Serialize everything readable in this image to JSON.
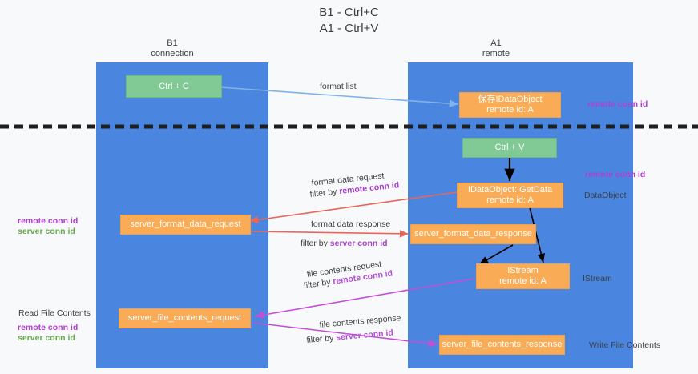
{
  "title": "B1 - Ctrl+C\nA1 - Ctrl+V",
  "colors": {
    "lane": "#4a86e0",
    "green_node": "#81c995",
    "orange_node": "#f9ab55",
    "remote_conn_id": "#b23fd0",
    "server_conn_id": "#6aa84f",
    "arrow_blue": "#7fb3e8",
    "arrow_red": "#e8665a",
    "arrow_purple": "#c44fd4",
    "arrow_black": "#000000",
    "background": "#f8f9fa"
  },
  "lanes": [
    {
      "name": "b1-connection",
      "title": "B1\nconnection"
    },
    {
      "name": "a1-remote",
      "title": "A1\nremote"
    }
  ],
  "nodes": [
    {
      "name": "ctrl-c-node",
      "label": "Ctrl + C"
    },
    {
      "name": "save-idataobject-node",
      "label": "保存IDataObject\nremote id: A"
    },
    {
      "name": "ctrl-v-node",
      "label": "Ctrl + V"
    },
    {
      "name": "idataobject-getdata-node",
      "label": "IDataObject::GetData\nremote id: A"
    },
    {
      "name": "server-format-data-request-node",
      "label": "server_format_data_request"
    },
    {
      "name": "server-format-data-response-node",
      "label": "server_format_data_response"
    },
    {
      "name": "istream-node",
      "label": "IStream\nremote id: A"
    },
    {
      "name": "server-file-contents-request-node",
      "label": "server_file_contents_request"
    },
    {
      "name": "server-file-contents-response-node",
      "label": "server_file_contents_response"
    }
  ],
  "edge_labels": {
    "format_list": "format list",
    "format_data_request": "format data request",
    "format_data_request_filter_prefix": "filter by ",
    "format_data_request_filter_key": "remote conn id",
    "format_data_response": "format data response",
    "format_data_response_filter_prefix": "filter by ",
    "format_data_response_filter_key": "server conn id",
    "file_contents_request": "file contents request",
    "file_contents_request_filter_prefix": "filter by ",
    "file_contents_request_filter_key": "remote conn id",
    "file_contents_response": "file contents response",
    "file_contents_response_filter_prefix": "filter by ",
    "file_contents_response_filter_key": "server conn id"
  },
  "right_annotations": [
    {
      "name": "remote-conn-id-top",
      "text": "remote conn id"
    },
    {
      "name": "remote-conn-id-middle",
      "text": "remote conn id"
    },
    {
      "name": "dataobject-label",
      "text": "DataObject"
    },
    {
      "name": "istream-label",
      "text": "IStream"
    },
    {
      "name": "write-file-contents",
      "text": "Write File Contents"
    }
  ],
  "left_annotations": {
    "keys_top": {
      "remote": "remote conn id",
      "server": "server conn id"
    },
    "read_file_contents": "Read File Contents",
    "keys_bottom": {
      "remote": "remote conn id",
      "server": "server conn id"
    }
  }
}
